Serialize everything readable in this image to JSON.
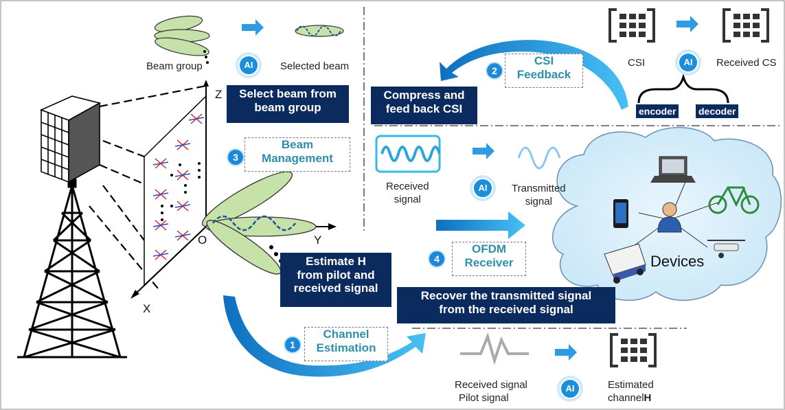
{
  "labels": {
    "beam_group": "Beam group",
    "selected_beam": "Selected beam",
    "csi": "CSI",
    "received_csi": "Received CS",
    "received_signal": "Received\nsignal",
    "transmitted_signal": "Transmitted\nsignal",
    "received_signal2": "Received signal",
    "pilot_signal": "Pilot signal",
    "estimated_channel": "Estimated\nchannel",
    "estimated_channel_h": "H",
    "devices": "Devices",
    "encoder": "encoder",
    "decoder": "decoder",
    "ai": "AI"
  },
  "axes": {
    "z": "Z",
    "x": "X",
    "y": "Y",
    "o": "O"
  },
  "callouts": {
    "select_beam": "Select beam from\nbeam group",
    "compress_csi": "Compress and\nfeed back CSI",
    "estimate_h": "Estimate H\nfrom pilot and\nreceived signal",
    "recover": "Recover the transmitted signal\nfrom the received signal"
  },
  "modules": [
    {
      "num": "1",
      "name": "Channel\nEstimation"
    },
    {
      "num": "2",
      "name": "CSI\nFeedback"
    },
    {
      "num": "3",
      "name": "Beam\nManagement"
    },
    {
      "num": "4",
      "name": "OFDM\nReceiver"
    }
  ],
  "colors": {
    "navy": "#0b2a5e",
    "accent_blue": "#1e88d8",
    "teal_text": "#2e8fa8",
    "beam_green": "#c6e2a8",
    "cloud": "#d9eefa"
  }
}
